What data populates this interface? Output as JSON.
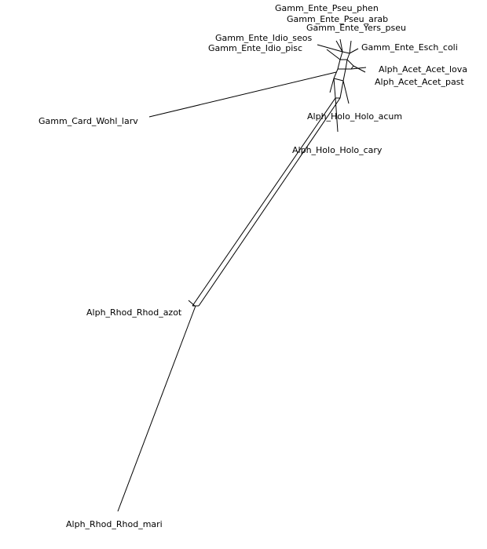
{
  "diagram": {
    "type": "splits-network",
    "taxa": [
      {
        "id": "pseu_phen",
        "label": "Gamm_Ente_Pseu_phen"
      },
      {
        "id": "pseu_arab",
        "label": "Gamm_Ente_Pseu_arab"
      },
      {
        "id": "yers_pseu",
        "label": "Gamm_Ente_Yers_pseu"
      },
      {
        "id": "idio_seos",
        "label": "Gamm_Ente_Idio_seos"
      },
      {
        "id": "idio_pisc",
        "label": "Gamm_Ente_Idio_pisc"
      },
      {
        "id": "esch_coli",
        "label": "Gamm_Ente_Esch_coli"
      },
      {
        "id": "acet_lova",
        "label": "Alph_Acet_Acet_lova"
      },
      {
        "id": "acet_past",
        "label": "Alph_Acet_Acet_past"
      },
      {
        "id": "wohl_larv",
        "label": "Gamm_Card_Wohl_larv"
      },
      {
        "id": "holo_acum",
        "label": "Alph_Holo_Holo_acum"
      },
      {
        "id": "holo_cary",
        "label": "Alph_Holo_Holo_cary"
      },
      {
        "id": "rhod_azot",
        "label": "Alph_Rhod_Rhod_azot"
      },
      {
        "id": "rhod_mari",
        "label": "Alph_Rhod_Rhod_mari"
      }
    ]
  }
}
